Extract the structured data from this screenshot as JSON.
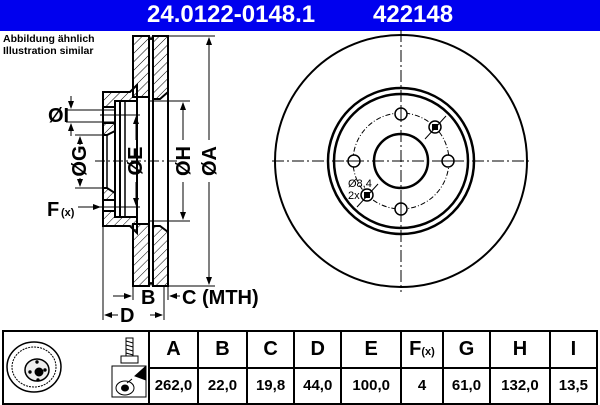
{
  "header": {
    "part_number": "24.0122-0148.1",
    "reference": "422148",
    "background_color": "#0000ee"
  },
  "caption": {
    "line1": "Abbildung ähnlich",
    "line2": "Illustration similar"
  },
  "drawing_labels": {
    "dia_I": "ØI",
    "dia_G": "ØG",
    "dia_E": "ØE",
    "dia_H": "ØH",
    "dia_A": "ØA",
    "F": "F",
    "F_suffix": "(x)",
    "B": "B",
    "C": "C (MTH)",
    "D": "D",
    "hole_dia": "Ø8,4",
    "hole_count": "2x"
  },
  "table": {
    "headers": [
      "A",
      "B",
      "C",
      "D",
      "E",
      "F",
      "G",
      "H",
      "I"
    ],
    "f_suffix": "(x)",
    "values": [
      "262,0",
      "22,0",
      "19,8",
      "44,0",
      "100,0",
      "4",
      "61,0",
      "132,0",
      "13,5"
    ]
  }
}
